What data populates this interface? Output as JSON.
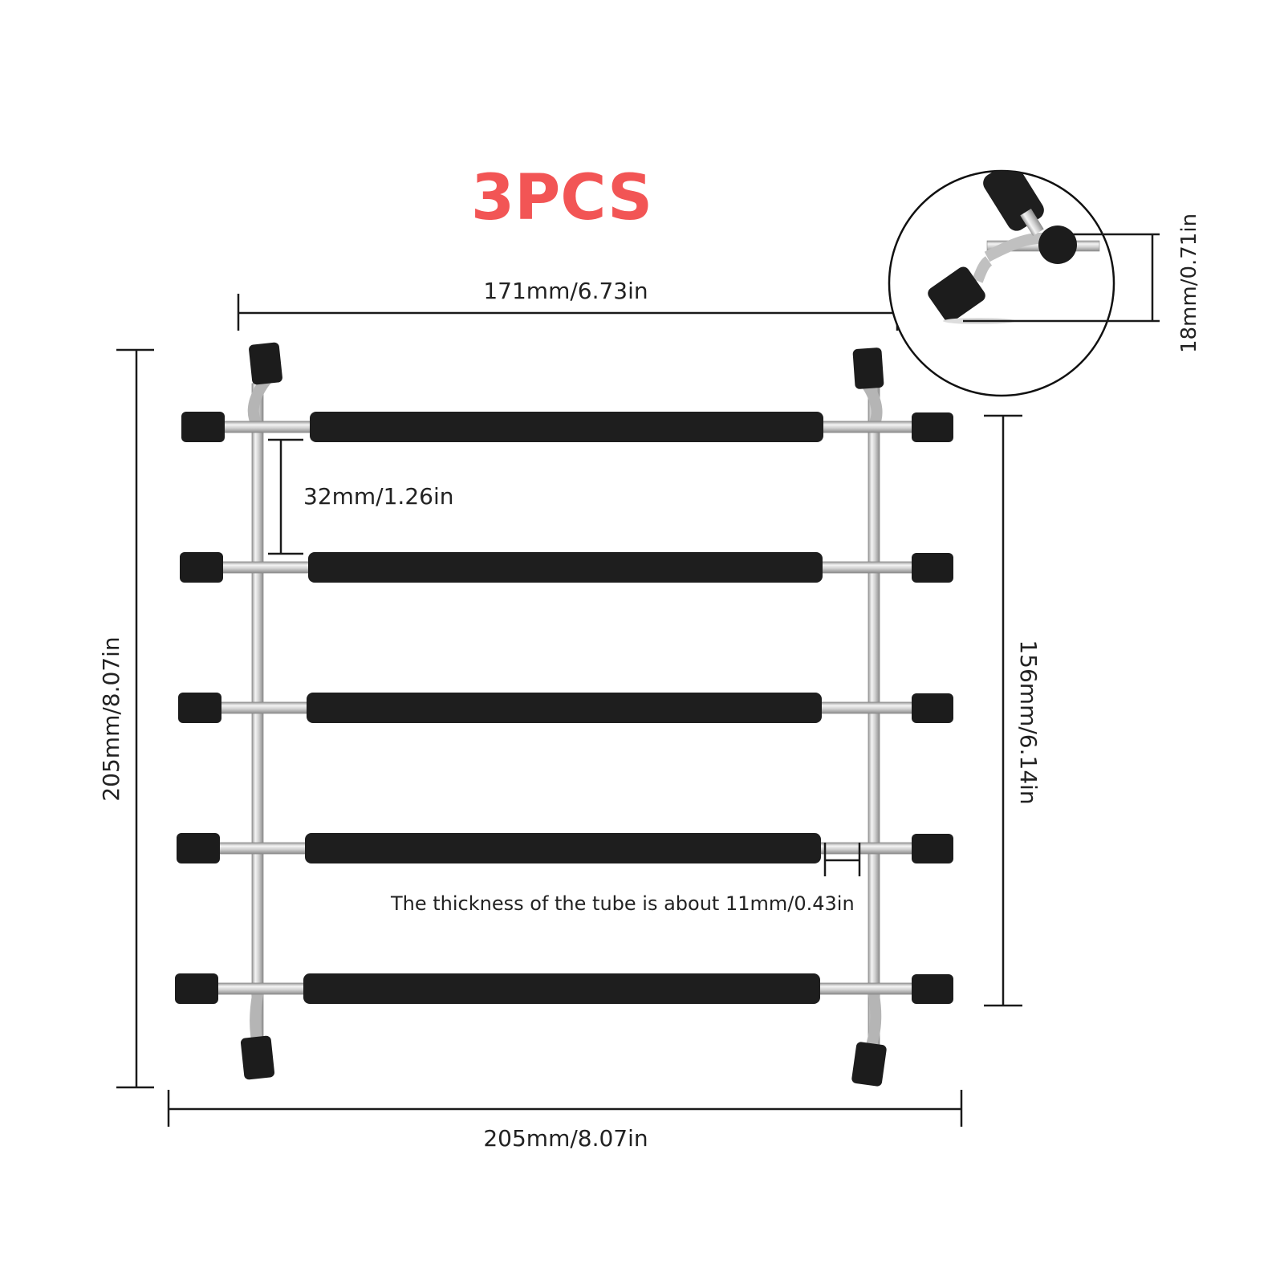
{
  "header": {
    "title": "3PCS",
    "title_color": "#f25555"
  },
  "dimensions": {
    "top_width": "171mm/6.73in",
    "bottom_width": "205mm/8.07in",
    "left_height": "205mm/8.07in",
    "right_height": "156mm/6.14in",
    "rung_spacing": "32mm/1.26in",
    "tube_thickness": "The thickness of the tube is about 11mm/0.43in",
    "foot_height": "18mm/0.71in"
  },
  "product": {
    "rung_count": 5,
    "colors": {
      "foam": "#1e1e1e",
      "steel": "#c8c8c8",
      "cap": "#1c1c1c",
      "dimension_line": "#1a1a1a"
    }
  }
}
